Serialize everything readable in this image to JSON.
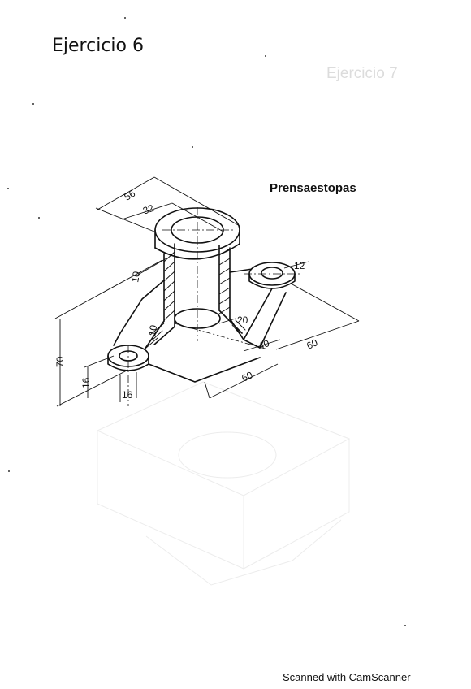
{
  "page": {
    "title": "Ejercicio 6",
    "ghost_title": "Ejercicio 7",
    "part_name": "Prensaestopas",
    "footer": "Scanned with CamScanner"
  },
  "dimensions": {
    "top_outer": "56",
    "top_inner": "32",
    "lug_hole": "12",
    "wall_top": "10",
    "wall_left": "10",
    "fillet": "20",
    "height_total": "70",
    "base_thickness": "16",
    "left_hole": "16",
    "base_length_a": "60",
    "base_length_b": "60",
    "slot": "40"
  }
}
